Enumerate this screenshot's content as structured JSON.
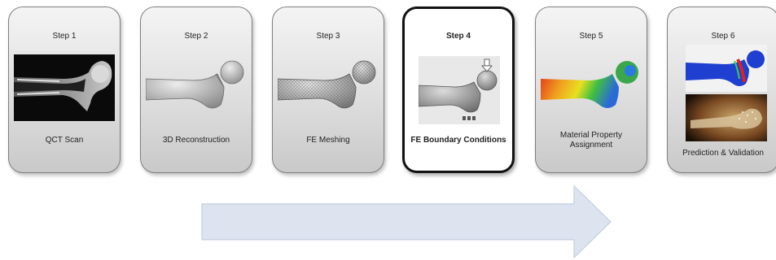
{
  "steps": [
    {
      "step": "Step 1",
      "label": "QCT Scan"
    },
    {
      "step": "Step 2",
      "label": "3D Reconstruction"
    },
    {
      "step": "Step 3",
      "label": "FE Meshing"
    },
    {
      "step": "Step 4",
      "label": "FE Boundary Conditions"
    },
    {
      "step": "Step 5",
      "label": "Material Property Assignment"
    },
    {
      "step": "Step 6",
      "label": "Prediction & Validation"
    }
  ],
  "colors": {
    "card_border": "#7f7f7f",
    "active_border": "#111111",
    "arrow_fill": "#dde4ef",
    "arrow_stroke": "#c3cedf"
  },
  "icons": [
    "qct-scan-image",
    "femur-3d-model-image",
    "femur-mesh-image",
    "femur-boundary-conditions-image",
    "femur-material-map-image",
    "femur-prediction-image",
    "fracture-photo-image",
    "process-arrow-icon"
  ]
}
